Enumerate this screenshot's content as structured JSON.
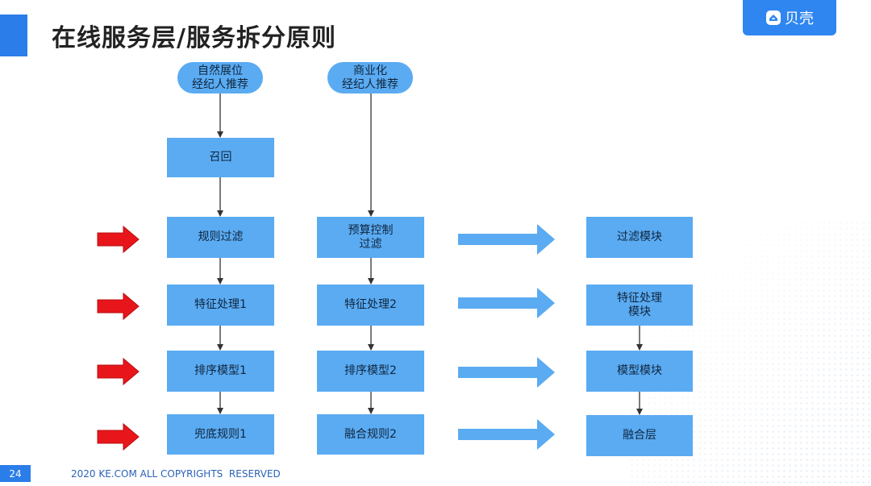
{
  "header": {
    "title": "在线服务层/服务拆分原则"
  },
  "logo": {
    "text": "贝壳"
  },
  "colors": {
    "accent": "#2b7de9",
    "box": "#5aabf2",
    "red_arrow": "#e8161b"
  },
  "column1": {
    "start": "自然展位\n经纪人推荐",
    "recall": "召回",
    "filter": "规则过滤",
    "feature": "特征处理1",
    "rank": "排序模型1",
    "fallback": "兜底规则1"
  },
  "column2": {
    "start": "商业化\n经纪人推荐",
    "filter": "预算控制\n过滤",
    "feature": "特征处理2",
    "rank": "排序模型2",
    "fusion": "融合规则2"
  },
  "column3": {
    "filter": "过滤模块",
    "feature": "特征处理\n模块",
    "model": "模型模块",
    "fusion": "融合层"
  },
  "footer": {
    "page_number": "24",
    "copyright": "2020 KE.COM ALL COPYRIGHTS  RESERVED"
  }
}
